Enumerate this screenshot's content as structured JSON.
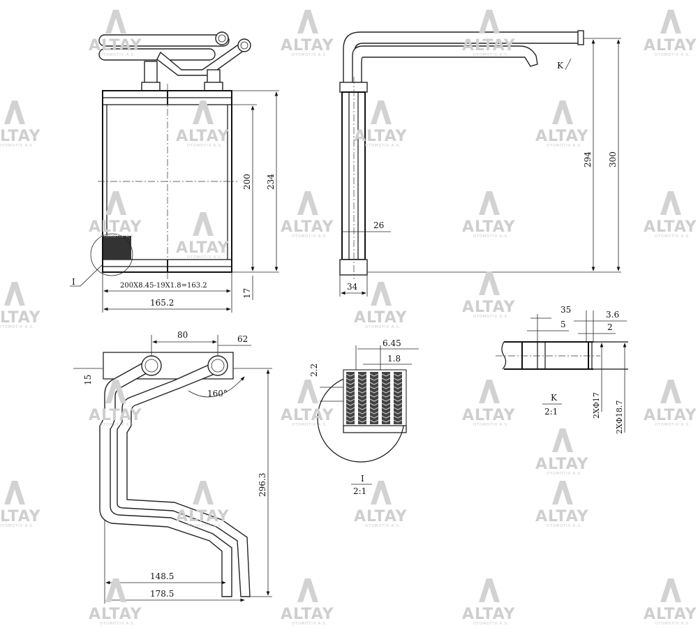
{
  "watermark": {
    "brand": "ALTAY",
    "subtitle": "OTOMOTIV A.S."
  },
  "front_view": {
    "core_formula": "200X8.45-19X1.8=163.2",
    "width": "165.2",
    "core_height": "200",
    "total_height": "234",
    "bottom_offset": "17",
    "detail_marker": "I"
  },
  "side_view": {
    "height_inner": "294",
    "height_total": "300",
    "tube_width": "26",
    "base_width": "34",
    "detail_marker": "K"
  },
  "top_view": {
    "pipe_spacing": "80",
    "offset": "62",
    "small_dim": "15",
    "angle": "160°",
    "length": "296.3",
    "inner_offset": "148.5",
    "outer_offset": "178.5"
  },
  "detail_i": {
    "pitch": "6.45",
    "fin": "1.8",
    "tube": "2.2",
    "label": "I",
    "scale": "2:1"
  },
  "detail_k": {
    "d35": "35",
    "d5": "5",
    "d36": "3.6",
    "d2": "2",
    "dia17": "2XΦ17",
    "dia187": "2XΦ18.7",
    "label": "K",
    "scale": "2:1"
  }
}
